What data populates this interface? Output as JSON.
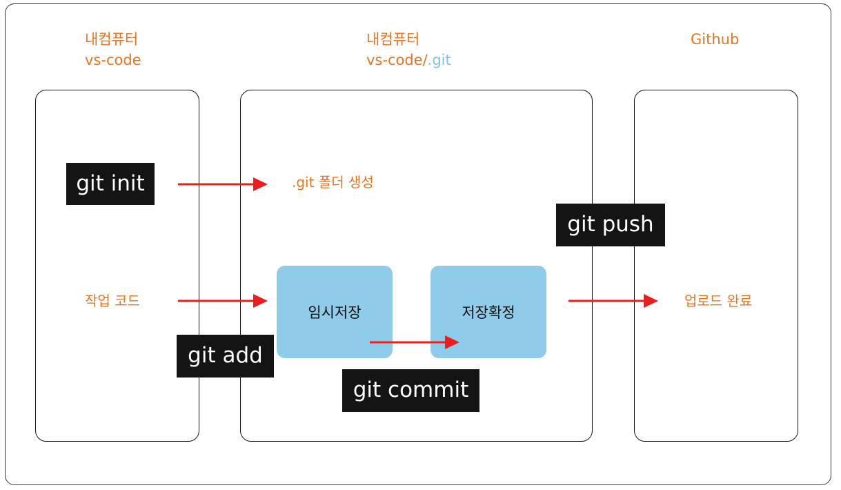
{
  "headings": {
    "local": {
      "line1": "내컴퓨터",
      "line2": "vs-code"
    },
    "repo": {
      "line1": "내컴퓨터",
      "line2_prefix": "vs-code/",
      "line2_accent": ".git"
    },
    "remote": {
      "line1": "Github"
    }
  },
  "labels": {
    "git_folder": ".git  폴더 생성",
    "work_code": "작업 코드",
    "upload_done": "업로드 완료"
  },
  "commands": {
    "init": "git init",
    "add": "git add",
    "commit": "git commit",
    "push": "git push"
  },
  "stages": {
    "staging": "임시저장",
    "committed": "저장확정"
  },
  "colors": {
    "label_orange": "#ec7420",
    "accent_blue": "#7cc4e4",
    "box_blue": "#8ecce9",
    "arrow_red": "#ee1c1c",
    "command_bg": "#141414"
  }
}
